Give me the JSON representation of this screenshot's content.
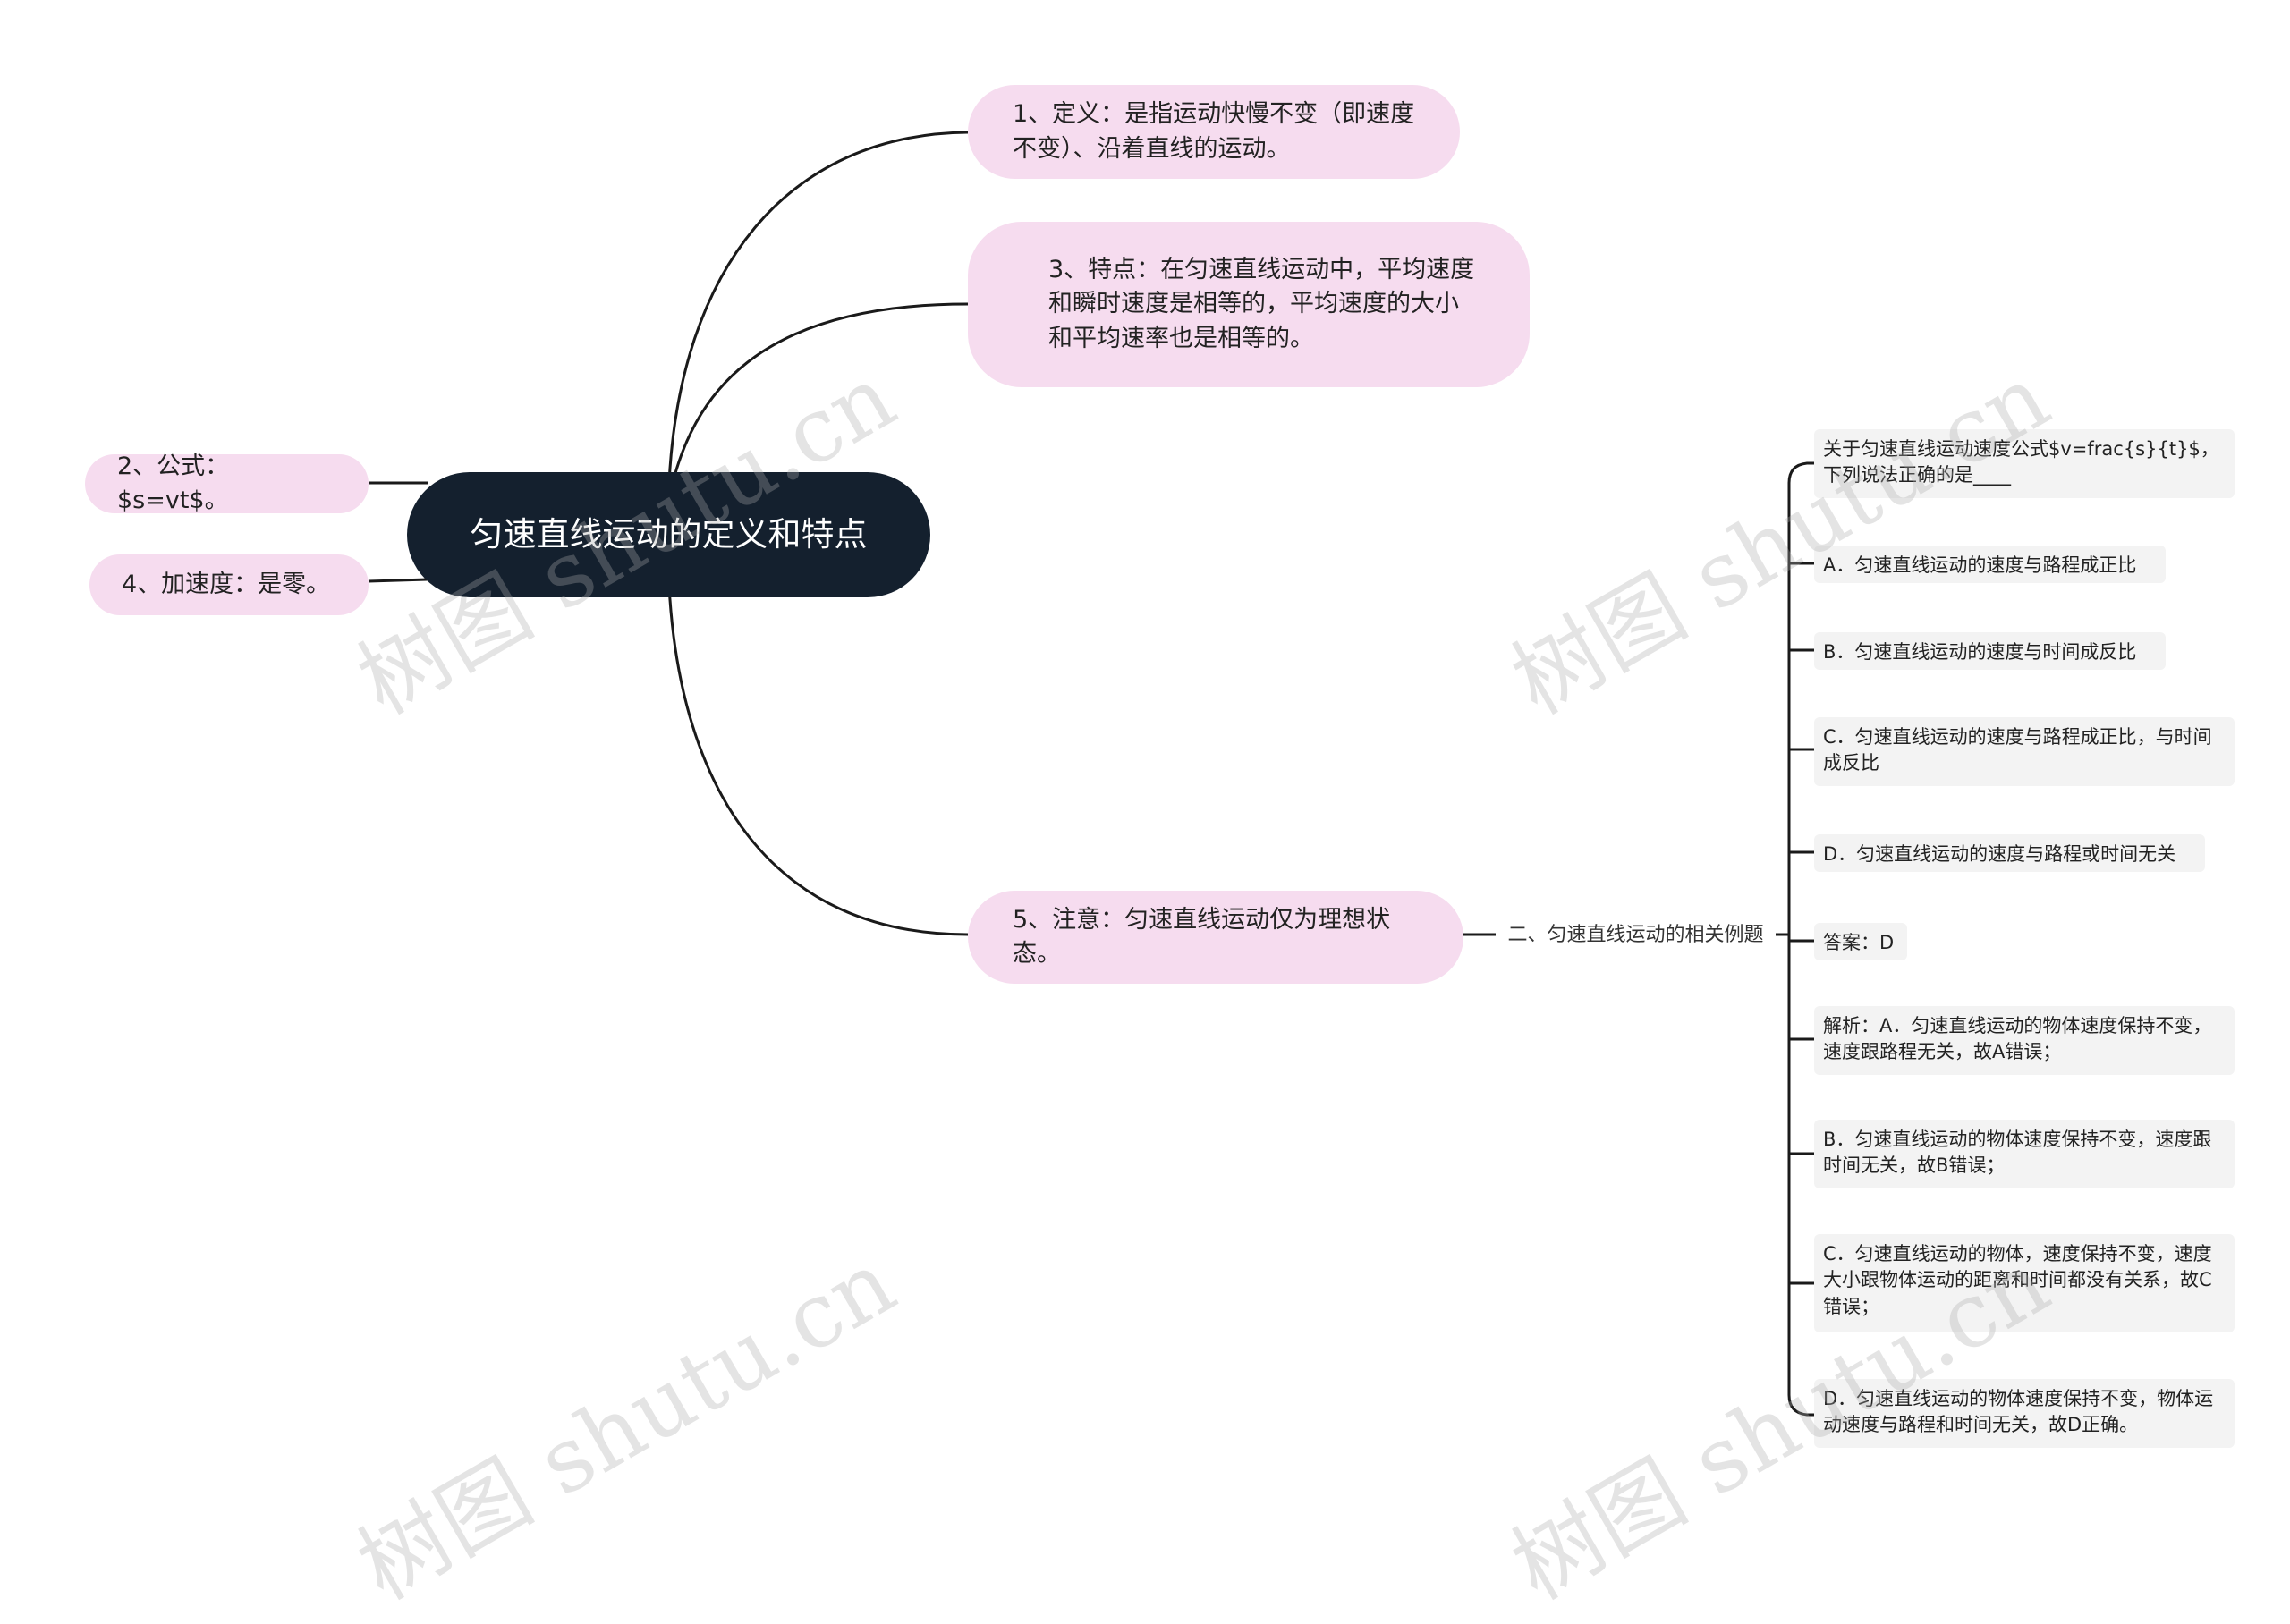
{
  "root": {
    "title": "匀速直线运动的定义和特点"
  },
  "branches": {
    "definition": "1、定义：是指运动快慢不变（即速度不变）、沿着直线的运动。",
    "features": "3、特点：在匀速直线运动中，平均速度和瞬时速度是相等的，平均速度的大小和平均速率也是相等的。",
    "formula": "2、公式：$s=vt$。",
    "acceleration": "4、加速度：是零。",
    "note": "5、注意：匀速直线运动仅为理想状态。"
  },
  "example": {
    "title": "二、匀速直线运动的相关例题",
    "items": [
      "关于匀速直线运动速度公式$v=frac{s}{t}$，下列说法正确的是____",
      "A．匀速直线运动的速度与路程成正比",
      "B．匀速直线运动的速度与时间成反比",
      "C．匀速直线运动的速度与路程成正比，与时间成反比",
      "D．匀速直线运动的速度与路程或时间无关",
      "答案：D",
      "解析：A．匀速直线运动的物体速度保持不变，速度跟路程无关，故A错误；",
      "B．匀速直线运动的物体速度保持不变，速度跟时间无关，故B错误；",
      "C．匀速直线运动的物体，速度保持不变，速度大小跟物体运动的距离和时间都没有关系，故C错误；",
      "D．匀速直线运动的物体速度保持不变，物体运动速度与路程和时间无关，故D正确。"
    ]
  },
  "watermark": "树图 shutu.cn",
  "colors": {
    "root_bg": "#14202e",
    "branch_bg": "#f6dcef",
    "leaf_bg": "#f3f3f3",
    "line": "#1a1a1a"
  }
}
